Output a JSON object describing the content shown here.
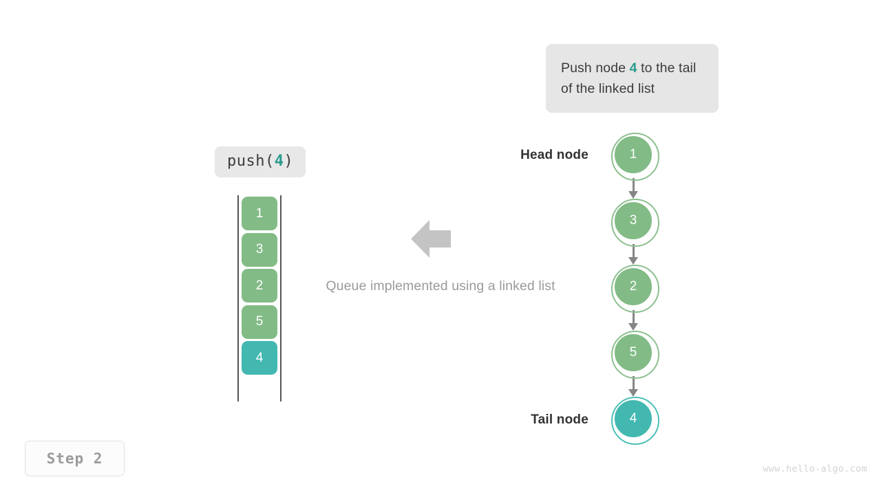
{
  "colors": {
    "node_green": "#82bb86",
    "node_green_ring": "#8cc08f",
    "highlight_teal": "#42b8b0",
    "highlight_teal_ring": "#4cbfb6",
    "accent_text_teal": "#2b9a8c",
    "connector_gray": "#868686",
    "arrow_gray": "#c4c4c4",
    "caption_gray": "#9a9a9a",
    "callout_bg": "#e6e6e6",
    "label_bg": "#e8e8e8",
    "rail_gray": "#555555",
    "step_text": "#9b9b9b",
    "watermark": "#d3d3d3"
  },
  "callout": {
    "text_before": "Push node ",
    "highlight": "4",
    "text_after": " to the tail of the linked list",
    "full_text": "Push node 4 to the tail of the linked list"
  },
  "operation_label": {
    "prefix": "push(",
    "argument": "4",
    "suffix": ")",
    "full_text": "push(4)"
  },
  "queue": {
    "name": "queue-boxes",
    "items": [
      {
        "value": "1",
        "highlighted": false
      },
      {
        "value": "3",
        "highlighted": false
      },
      {
        "value": "2",
        "highlighted": false
      },
      {
        "value": "5",
        "highlighted": false
      },
      {
        "value": "4",
        "highlighted": true
      }
    ]
  },
  "center": {
    "arrow_icon": "arrow-left-icon",
    "caption": "Queue implemented using a linked list"
  },
  "linked_list": {
    "head_label": "Head node",
    "tail_label": "Tail node",
    "nodes": [
      {
        "value": "1",
        "highlighted": false
      },
      {
        "value": "3",
        "highlighted": false
      },
      {
        "value": "2",
        "highlighted": false
      },
      {
        "value": "5",
        "highlighted": false
      },
      {
        "value": "4",
        "highlighted": true
      }
    ]
  },
  "step_badge": {
    "text": "Step 2"
  },
  "watermark": {
    "text": "www.hello-algo.com"
  }
}
